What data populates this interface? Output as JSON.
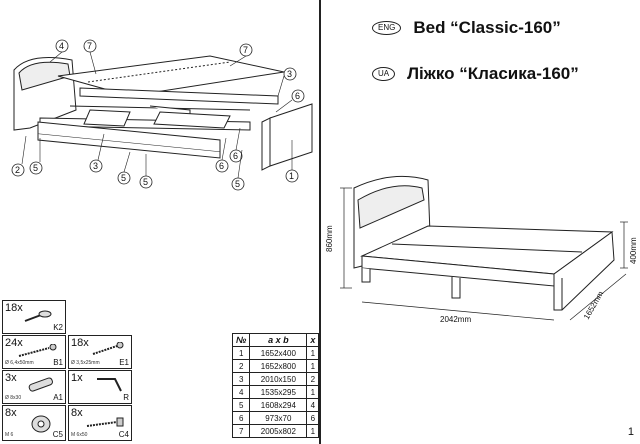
{
  "header": {
    "eng_badge": "ENG",
    "eng_title": "Bed “Classic-160”",
    "ua_badge": "UA",
    "ua_title": "Ліжко “Класика-160”"
  },
  "page_number": "1",
  "exploded": {
    "callouts": [
      "4",
      "7",
      "7",
      "3",
      "6",
      "1",
      "2",
      "5",
      "3",
      "5",
      "5",
      "6",
      "6",
      "5"
    ]
  },
  "assembled": {
    "height_left": "860mm",
    "height_right": "400mm",
    "length": "2042mm",
    "width": "1652mm"
  },
  "hardware": [
    {
      "qty": "18x",
      "code": "K2",
      "size": ""
    },
    {
      "qty": "24x",
      "code": "B1",
      "size": "Ø 6,4x50mm"
    },
    {
      "qty": "18x",
      "code": "E1",
      "size": "Ø 3,5x25mm"
    },
    {
      "qty": "3x",
      "code": "A1",
      "size": "Ø 8x30"
    },
    {
      "qty": "1x",
      "code": "R",
      "size": ""
    },
    {
      "qty": "8x",
      "code": "C5",
      "size": "M 6"
    },
    {
      "qty": "8x",
      "code": "C4",
      "size": "M 6x50"
    }
  ],
  "parts_table": {
    "headers": [
      "№",
      "a x b",
      "x"
    ],
    "rows": [
      [
        "1",
        "1652x400",
        "1"
      ],
      [
        "2",
        "1652x800",
        "1"
      ],
      [
        "3",
        "2010x150",
        "2"
      ],
      [
        "4",
        "1535x295",
        "1"
      ],
      [
        "5",
        "1608x294",
        "4"
      ],
      [
        "6",
        "973x70",
        "6"
      ],
      [
        "7",
        "2005x802",
        "1"
      ]
    ]
  }
}
